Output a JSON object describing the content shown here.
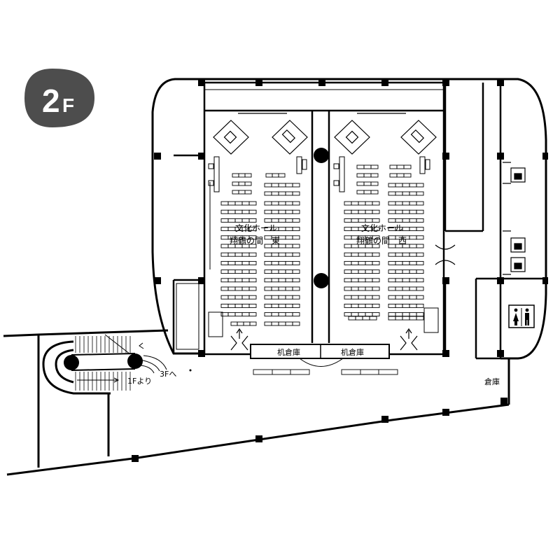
{
  "floor": {
    "main": "2",
    "suffix": "F"
  },
  "rooms": {
    "hall_east": {
      "line1": "文化ホール",
      "line2": "翔鶴の間　東"
    },
    "hall_west": {
      "line1": "文化ホール",
      "line2": "翔鶴の間　西"
    },
    "desk_storage_left": "机倉庫",
    "desk_storage_right": "机倉庫",
    "storage": "倉庫"
  },
  "stairs": {
    "from_1f": "1Fより",
    "to_3f": "3Fへ"
  },
  "colors": {
    "floor_badge": "#4d4d4d",
    "line": "#000000",
    "background": "#ffffff"
  },
  "icons": [
    "elevator-icon",
    "restroom-icon",
    "door-swing-icon",
    "column-icon"
  ]
}
